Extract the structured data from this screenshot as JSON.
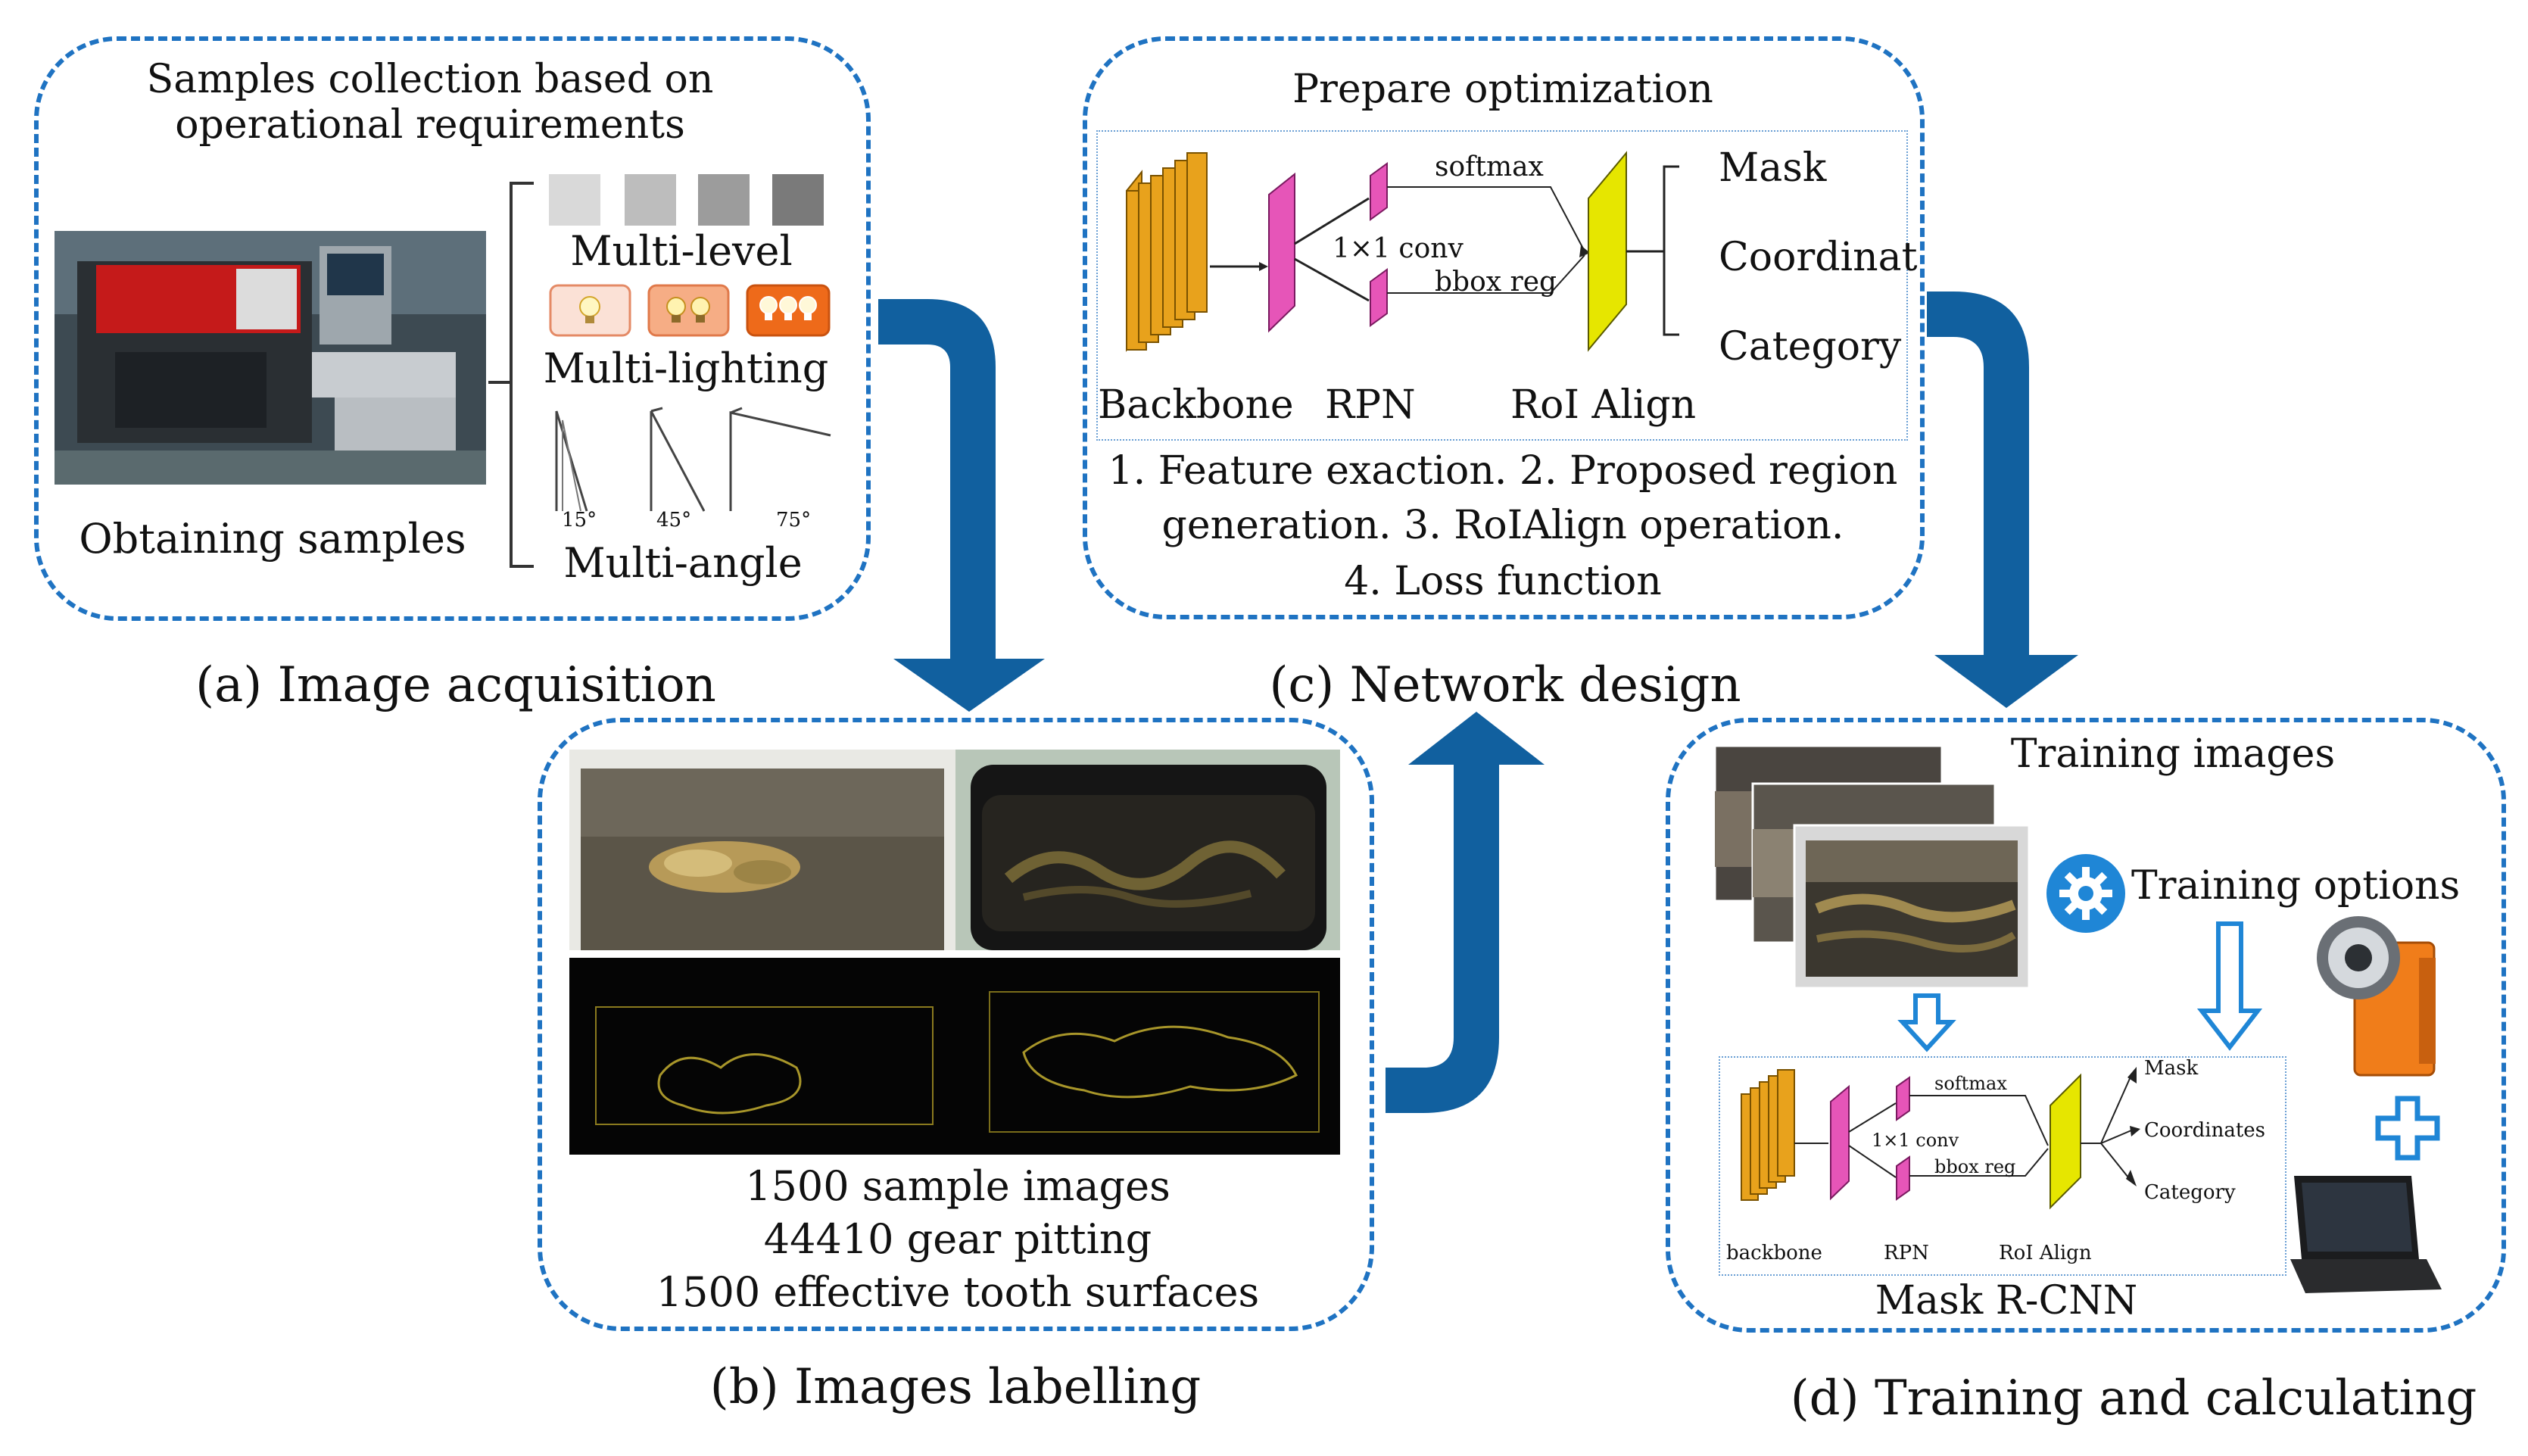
{
  "colors": {
    "panel_border": "#1f73c2",
    "arrow_fill": "#11609f",
    "backbone": "#e8a21c",
    "rpn": "#e655b8",
    "roi": "#e6e600",
    "bulb_light": "#fbe1d6",
    "bulb_mid": "#f6ad85",
    "bulb_dark": "#ee6a1a"
  },
  "panel_a": {
    "title_line1": "Samples collection based on",
    "title_line2": "operational requirements",
    "photo_caption": "Obtaining samples",
    "multi_level": "Multi-level",
    "multi_lighting": "Multi-lighting",
    "multi_angle": "Multi-angle",
    "angles": [
      "15°",
      "45°",
      "75°"
    ],
    "caption": "(a) Image acquisition"
  },
  "panel_b": {
    "line1": "1500 sample images",
    "line2": "44410 gear pitting",
    "line3": "1500 effective  tooth surfaces",
    "caption": "(b) Images labelling"
  },
  "panel_c": {
    "title": "Prepare optimization",
    "backbone": "Backbone",
    "rpn": "RPN",
    "roi_align": "RoI Align",
    "softmax": "softmax",
    "conv": "1×1 conv",
    "bbox_reg": "bbox reg",
    "outputs": [
      "Mask",
      "Coordinat",
      "Category"
    ],
    "desc_line1": "1. Feature exaction. 2. Proposed region",
    "desc_line2": "generation. 3. RoIAlign operation.",
    "desc_line3": "4. Loss function",
    "caption": "(c) Network design"
  },
  "panel_d": {
    "training_images": "Training images",
    "training_options": "Training options",
    "backbone": "backbone",
    "rpn": "RPN",
    "roi_align": "RoI Align",
    "softmax": "softmax",
    "conv": "1×1 conv",
    "bbox_reg": "bbox reg",
    "outputs": [
      "Mask",
      "Coordinates",
      "Category"
    ],
    "model_name": "Mask R-CNN",
    "caption": "(d) Training and calculating"
  },
  "icons": [
    "gear-icon",
    "camera-icon",
    "laptop-icon",
    "plus-icon",
    "lightbulb-icon"
  ]
}
